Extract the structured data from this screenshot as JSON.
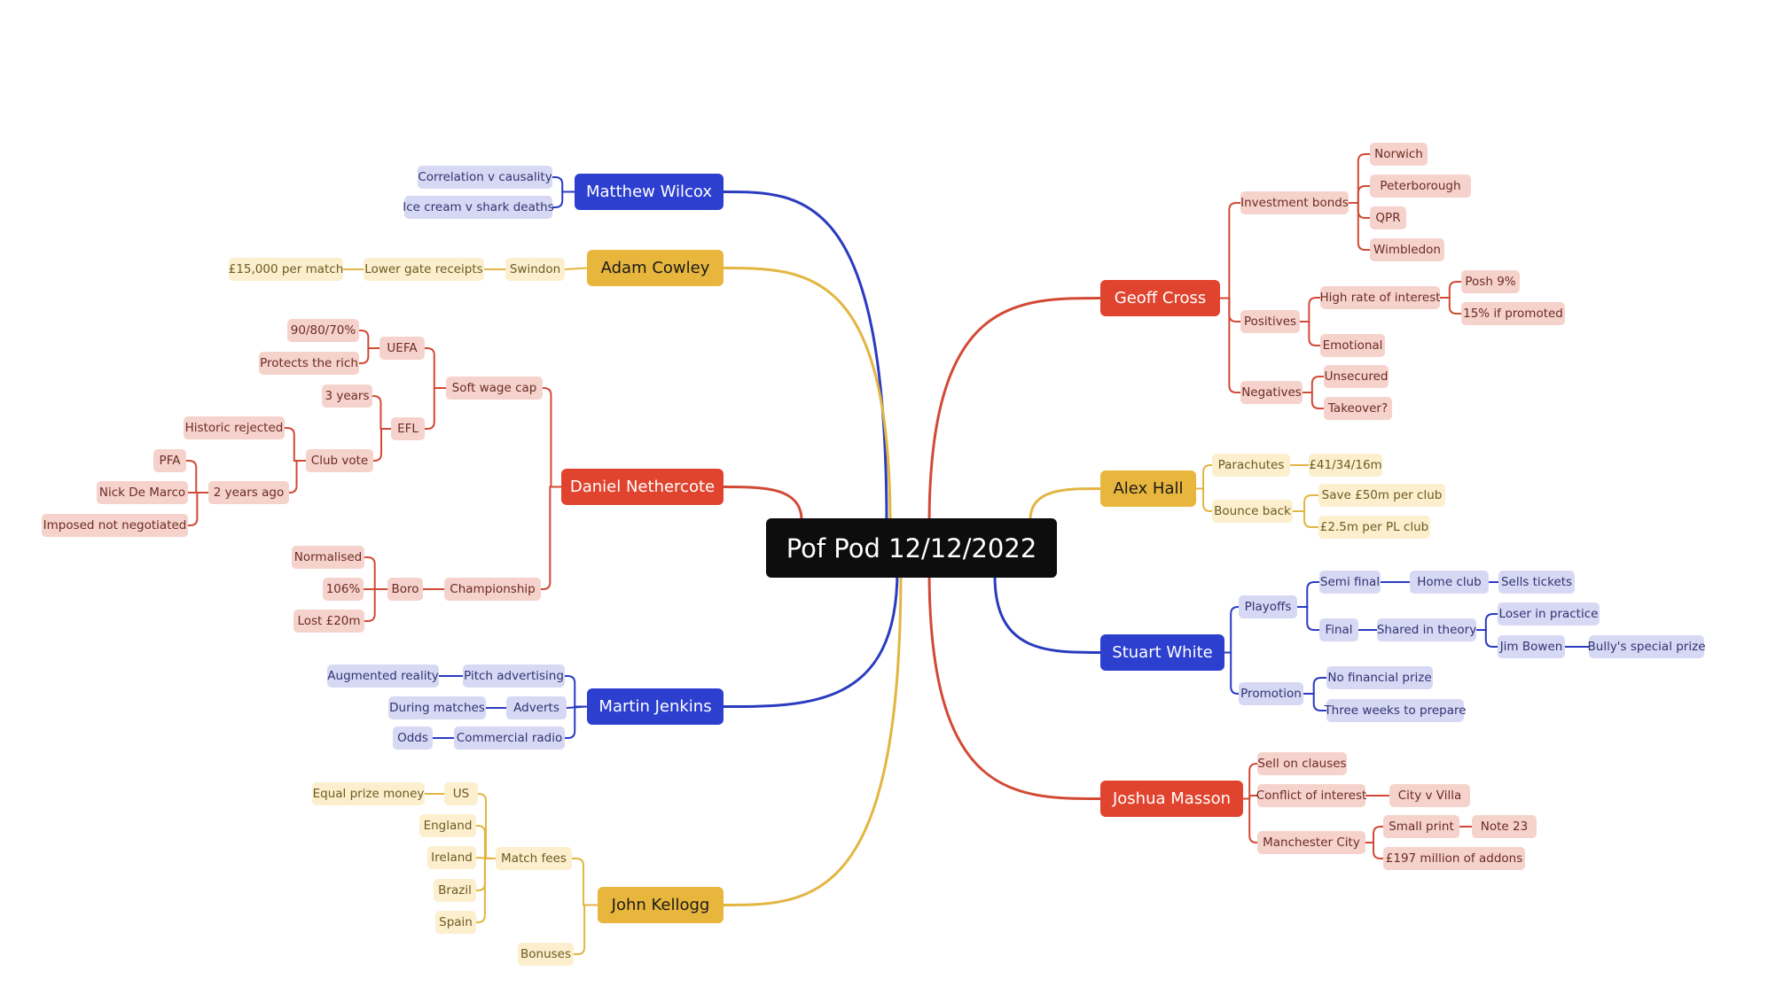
{
  "title": "Pof Pod 12/12/2022",
  "colors": {
    "red": "#d24a35",
    "blue": "#2a3bc0",
    "yellow": "#e3b541"
  },
  "branches": [
    {
      "id": "matthew",
      "label": "Matthew Wilcox",
      "color": "blue",
      "children": [
        {
          "label": "Correlation v causality"
        },
        {
          "label": "Ice cream v shark deaths"
        }
      ]
    },
    {
      "id": "adam",
      "label": "Adam Cowley",
      "color": "yellow",
      "children": [
        {
          "label": "Swindon",
          "children": [
            {
              "label": "Lower gate receipts",
              "children": [
                {
                  "label": "£15,000 per match"
                }
              ]
            }
          ]
        }
      ]
    },
    {
      "id": "daniel",
      "label": "Daniel Nethercote",
      "color": "red",
      "children": [
        {
          "label": "Soft wage cap",
          "children": [
            {
              "label": "UEFA",
              "children": [
                {
                  "label": "90/80/70%"
                },
                {
                  "label": "Protects the rich"
                }
              ]
            },
            {
              "label": "EFL",
              "children": [
                {
                  "label": "3 years"
                },
                {
                  "label": "Club vote",
                  "children": [
                    {
                      "label": "Historic rejected"
                    },
                    {
                      "label": "2 years ago",
                      "children": [
                        {
                          "label": "PFA"
                        },
                        {
                          "label": "Nick De Marco"
                        },
                        {
                          "label": "Imposed not negotiated"
                        }
                      ]
                    }
                  ]
                }
              ]
            }
          ]
        },
        {
          "label": "Championship",
          "children": [
            {
              "label": "Boro",
              "children": [
                {
                  "label": "Normalised"
                },
                {
                  "label": "106%"
                },
                {
                  "label": "Lost £20m"
                }
              ]
            }
          ]
        }
      ]
    },
    {
      "id": "martin",
      "label": "Martin Jenkins",
      "color": "blue",
      "children": [
        {
          "label": "Pitch advertising",
          "children": [
            {
              "label": "Augmented reality"
            }
          ]
        },
        {
          "label": "Adverts",
          "children": [
            {
              "label": "During matches"
            }
          ]
        },
        {
          "label": "Commercial radio",
          "children": [
            {
              "label": "Odds"
            }
          ]
        }
      ]
    },
    {
      "id": "john",
      "label": "John Kellogg",
      "color": "yellow",
      "children": [
        {
          "label": "Match fees",
          "children": [
            {
              "label": "US",
              "children": [
                {
                  "label": "Equal prize money"
                }
              ]
            },
            {
              "label": "England"
            },
            {
              "label": "Ireland"
            },
            {
              "label": "Brazil"
            },
            {
              "label": "Spain"
            }
          ]
        },
        {
          "label": "Bonuses"
        }
      ]
    },
    {
      "id": "geoff",
      "label": "Geoff Cross",
      "color": "red",
      "children": [
        {
          "label": "Investment bonds",
          "children": [
            {
              "label": "Norwich"
            },
            {
              "label": "Peterborough"
            },
            {
              "label": "QPR"
            },
            {
              "label": "Wimbledon"
            }
          ]
        },
        {
          "label": "Positives",
          "children": [
            {
              "label": "High rate of interest",
              "children": [
                {
                  "label": "Posh 9%"
                },
                {
                  "label": "15% if promoted"
                }
              ]
            },
            {
              "label": "Emotional"
            }
          ]
        },
        {
          "label": "Negatives",
          "children": [
            {
              "label": "Unsecured"
            },
            {
              "label": "Takeover?"
            }
          ]
        }
      ]
    },
    {
      "id": "alex",
      "label": "Alex Hall",
      "color": "yellow",
      "children": [
        {
          "label": "Parachutes",
          "children": [
            {
              "label": "£41/34/16m"
            }
          ]
        },
        {
          "label": "Bounce back",
          "children": [
            {
              "label": "Save £50m per club"
            },
            {
              "label": "£2.5m per PL club"
            }
          ]
        }
      ]
    },
    {
      "id": "stuart",
      "label": "Stuart White",
      "color": "blue",
      "children": [
        {
          "label": "Playoffs",
          "children": [
            {
              "label": "Semi final",
              "children": [
                {
                  "label": "Home club",
                  "children": [
                    {
                      "label": "Sells tickets"
                    }
                  ]
                }
              ]
            },
            {
              "label": "Final",
              "children": [
                {
                  "label": "Shared in theory",
                  "children": [
                    {
                      "label": "Loser in practice"
                    },
                    {
                      "label": "Jim Bowen",
                      "children": [
                        {
                          "label": "Bully's special prize"
                        }
                      ]
                    }
                  ]
                }
              ]
            }
          ]
        },
        {
          "label": "Promotion",
          "children": [
            {
              "label": "No financial prize"
            },
            {
              "label": "Three weeks to prepare"
            }
          ]
        }
      ]
    },
    {
      "id": "joshua",
      "label": "Joshua Masson",
      "color": "red",
      "children": [
        {
          "label": "Sell on clauses"
        },
        {
          "label": "Conflict of interest",
          "children": [
            {
              "label": "City v Villa"
            }
          ]
        },
        {
          "label": "Manchester City",
          "children": [
            {
              "label": "Small print",
              "children": [
                {
                  "label": "Note 23"
                }
              ]
            },
            {
              "label": "£197 million of addons"
            }
          ]
        }
      ]
    }
  ]
}
